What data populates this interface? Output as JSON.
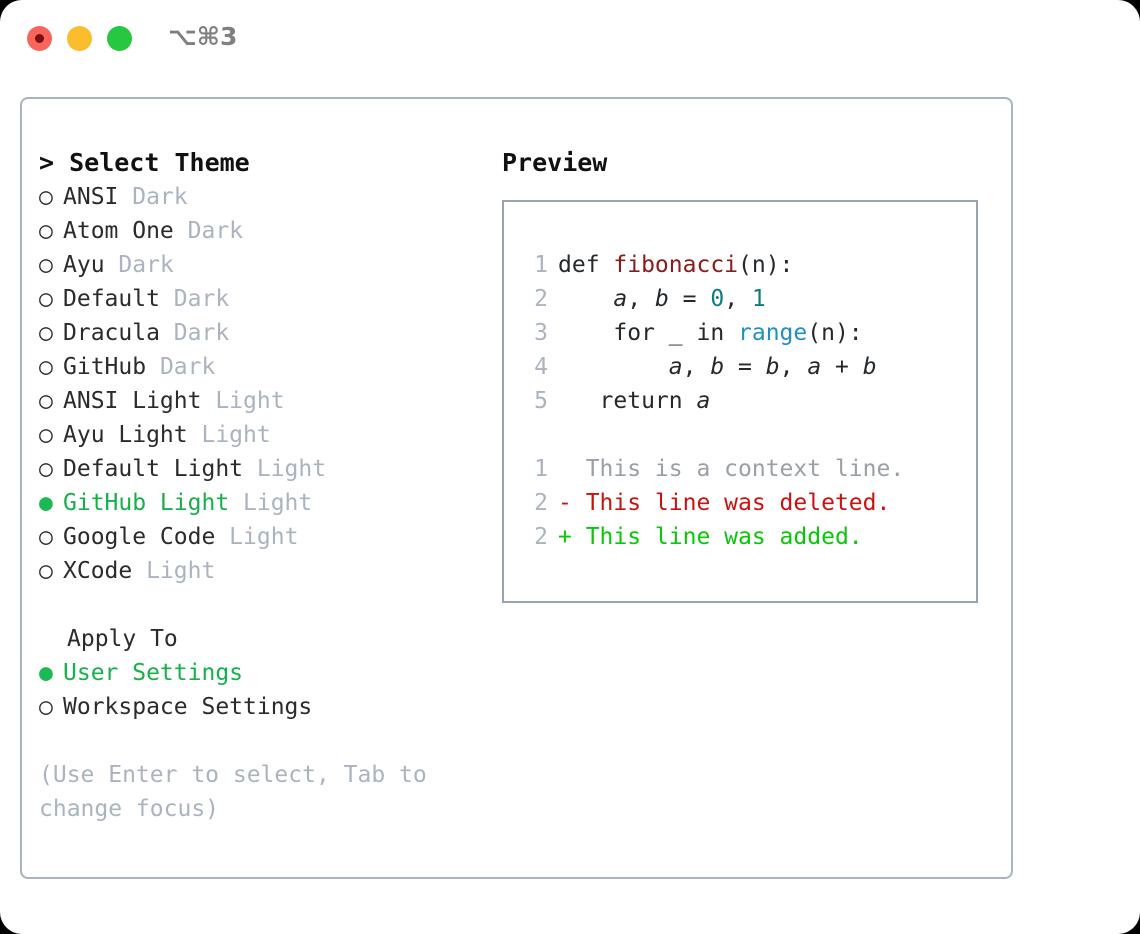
{
  "window": {
    "shortcut_label": "⌥⌘3",
    "traffic_lights": [
      {
        "name": "close",
        "color": "#f9655b"
      },
      {
        "name": "minimize",
        "color": "#fbbd2e"
      },
      {
        "name": "maximize",
        "color": "#27c73f"
      }
    ]
  },
  "theme_list": {
    "title": "> Select Theme",
    "items": [
      {
        "bullet": "○",
        "name": "ANSI",
        "tag": "Dark",
        "selected": false
      },
      {
        "bullet": "○",
        "name": "Atom One",
        "tag": "Dark",
        "selected": false
      },
      {
        "bullet": "○",
        "name": "Ayu",
        "tag": "Dark",
        "selected": false
      },
      {
        "bullet": "○",
        "name": "Default",
        "tag": "Dark",
        "selected": false
      },
      {
        "bullet": "○",
        "name": "Dracula",
        "tag": "Dark",
        "selected": false
      },
      {
        "bullet": "○",
        "name": "GitHub",
        "tag": "Dark",
        "selected": false
      },
      {
        "bullet": "○",
        "name": "ANSI Light",
        "tag": "Light",
        "selected": false
      },
      {
        "bullet": "○",
        "name": "Ayu Light",
        "tag": "Light",
        "selected": false
      },
      {
        "bullet": "○",
        "name": "Default Light",
        "tag": "Light",
        "selected": false
      },
      {
        "bullet": "●",
        "name": "GitHub Light",
        "tag": "Light",
        "selected": true
      },
      {
        "bullet": "○",
        "name": "Google Code",
        "tag": "Light",
        "selected": false
      },
      {
        "bullet": "○",
        "name": "XCode",
        "tag": "Light",
        "selected": false
      }
    ]
  },
  "apply_to": {
    "title": "Apply To",
    "options": [
      {
        "bullet": "●",
        "name": "User Settings",
        "selected": true
      },
      {
        "bullet": "○",
        "name": "Workspace Settings",
        "selected": false
      }
    ]
  },
  "hint": "(Use Enter to select, Tab to change focus)",
  "preview": {
    "title": "Preview",
    "code_lines": [
      {
        "ln": "1",
        "segments": [
          {
            "t": "def ",
            "c": "plain"
          },
          {
            "t": "fibonacci",
            "c": "fn"
          },
          {
            "t": "(n):",
            "c": "plain"
          }
        ]
      },
      {
        "ln": "2",
        "segments": [
          {
            "t": "    ",
            "c": "plain"
          },
          {
            "t": "a",
            "c": "var"
          },
          {
            "t": ", ",
            "c": "plain"
          },
          {
            "t": "b",
            "c": "var"
          },
          {
            "t": " = ",
            "c": "plain"
          },
          {
            "t": "0",
            "c": "num"
          },
          {
            "t": ", ",
            "c": "plain"
          },
          {
            "t": "1",
            "c": "num"
          }
        ]
      },
      {
        "ln": "3",
        "segments": [
          {
            "t": "    for _ in ",
            "c": "plain"
          },
          {
            "t": "range",
            "c": "call"
          },
          {
            "t": "(n):",
            "c": "plain"
          }
        ]
      },
      {
        "ln": "4",
        "segments": [
          {
            "t": "        ",
            "c": "plain"
          },
          {
            "t": "a",
            "c": "var"
          },
          {
            "t": ", ",
            "c": "plain"
          },
          {
            "t": "b",
            "c": "var"
          },
          {
            "t": " = ",
            "c": "plain"
          },
          {
            "t": "b",
            "c": "var"
          },
          {
            "t": ", ",
            "c": "plain"
          },
          {
            "t": "a",
            "c": "var"
          },
          {
            "t": " + ",
            "c": "plain"
          },
          {
            "t": "b",
            "c": "var"
          }
        ]
      },
      {
        "ln": "5",
        "segments": [
          {
            "t": "   return ",
            "c": "plain"
          },
          {
            "t": "a",
            "c": "var"
          }
        ]
      }
    ],
    "diff_lines": [
      {
        "ln": "1",
        "marker": " ",
        "text": " This is a context line.",
        "kind": "ctx"
      },
      {
        "ln": "2",
        "marker": "-",
        "text": " This line was deleted.",
        "kind": "del"
      },
      {
        "ln": "2",
        "marker": "+",
        "text": " This line was added.",
        "kind": "add"
      }
    ]
  },
  "colors": {
    "selected_green": "#16b14a",
    "muted_gray": "#aab4c0",
    "diff_deleted": "#cc1111",
    "diff_added": "#09c709",
    "syntax_function": "#8b1a1a",
    "syntax_number": "#0f7d7d",
    "syntax_call": "#1f8fc4",
    "panel_border": "#aab4c0",
    "preview_border": "#97a3b0"
  }
}
